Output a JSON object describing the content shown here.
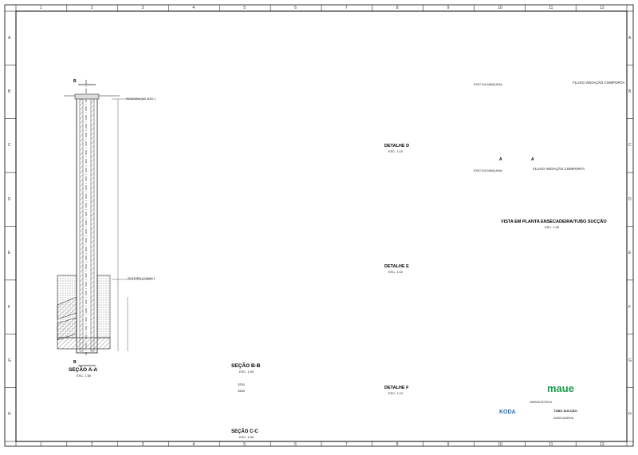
{
  "border": {
    "cols": [
      "1",
      "2",
      "3",
      "4",
      "5",
      "6",
      "7",
      "8",
      "9",
      "10",
      "11",
      "12"
    ],
    "rows": [
      "A",
      "B",
      "C",
      "D",
      "E",
      "F",
      "G",
      "H"
    ]
  },
  "views": {
    "section_aa": {
      "title": "SEÇÃO A-A",
      "scale": "ESC. 1:50",
      "level_top": "SOLEIRA (NA MÁX.)",
      "level_bottom": "SOLEIRA (CANAL)",
      "mark_b_top": "B",
      "mark_b_bottom": "B"
    },
    "section_bb": {
      "title": "SEÇÃO B-B",
      "scale": "ESC. 1:50"
    },
    "section_cc": {
      "title": "SEÇÃO C-C",
      "scale": "ESC. 1:50",
      "dim_total": "3200",
      "dim_inner": "2600"
    },
    "detail_d": {
      "title": "DETALHE D",
      "scale": "ESC. 1:10"
    },
    "detail_e": {
      "title": "DETALHE E",
      "scale": "ESC. 1:10"
    },
    "detail_f": {
      "title": "DETALHE F",
      "scale": "ESC. 1:10"
    },
    "plan_view": {
      "title": "VISTA EM PLANTA ENSECADEIRA/TUBO SUCÇÃO",
      "scale": "ESC. 1:50",
      "flow_top": "FLUXO VEDAÇÃO COMPORTA",
      "flow_bottom": "FLUXO VEDAÇÃO COMPORTA",
      "label_axis_top": "EIXO DA MÁQUINA",
      "label_axis_bottom": "EIXO DA MÁQUINA",
      "mark_a": "A",
      "mark_a2": "A"
    }
  },
  "title_block": {
    "company_left": "KODA",
    "company_right": "maue",
    "project_line": "HIDROELÉTRICA",
    "drawing_title": "TUBO SUCÇÃO",
    "sheet_label": "ENSECADEIRA"
  },
  "colors": {
    "line": "#111111",
    "hatch": "#8a8a8a",
    "dash": "#555555",
    "accent_green": "#1a9b4a",
    "accent_blue": "#1b6fb5"
  }
}
